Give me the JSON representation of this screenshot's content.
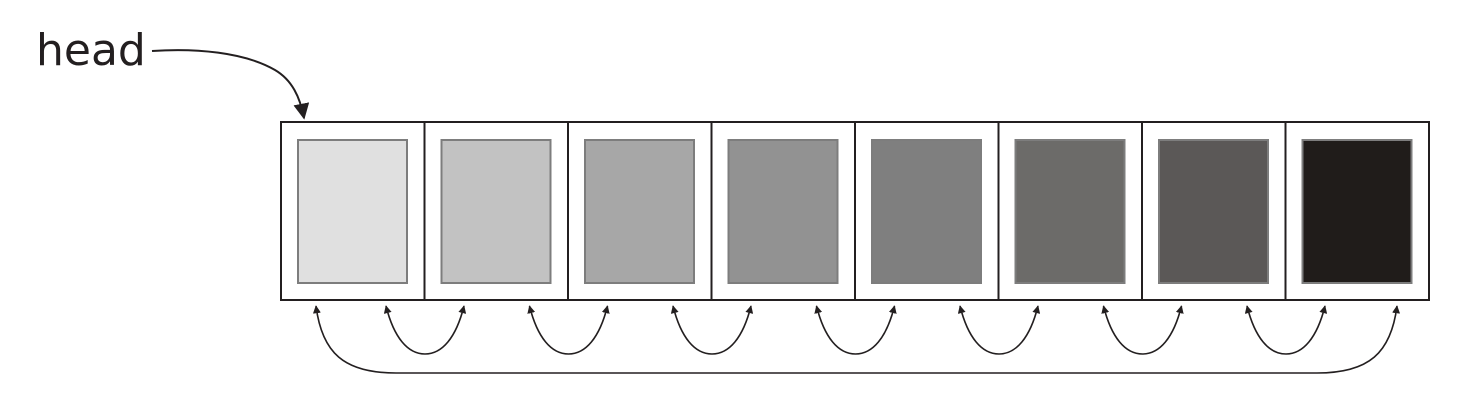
{
  "head_label": "head",
  "nodes": [
    {
      "fill": "#e0e0e0"
    },
    {
      "fill": "#c2c2c2"
    },
    {
      "fill": "#a7a7a7"
    },
    {
      "fill": "#929292"
    },
    {
      "fill": "#7f7f7f"
    },
    {
      "fill": "#6c6b69"
    },
    {
      "fill": "#5b5857"
    },
    {
      "fill": "#201c1a"
    }
  ],
  "colors": {
    "stroke": "#231f20",
    "inner_border": "#7d7d7d",
    "background": "#ffffff"
  },
  "links": {
    "type": "doubly-linked circular",
    "adjacent_pairs": 7,
    "wraparound": true
  }
}
